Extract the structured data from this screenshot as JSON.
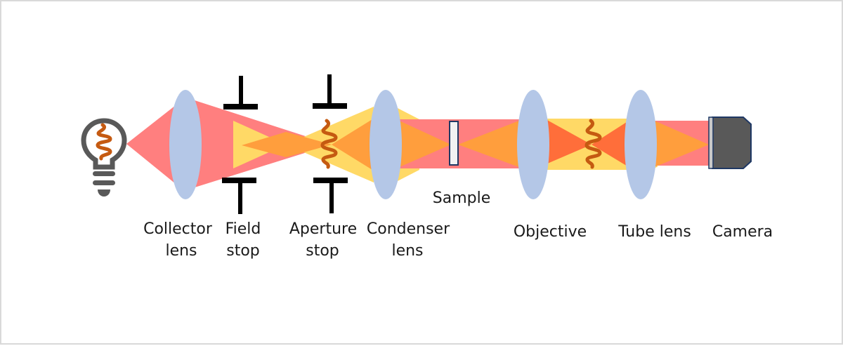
{
  "title": "Bright-field microscope optical path (Köhler illumination)",
  "colors": {
    "illumination_beam": "#FF7F7F",
    "image_beam": "#FFD966",
    "overlap": "#FF9E3D",
    "conjugate_overlap": "#FF6E3A",
    "lens": "#B4C7E7",
    "stop": "#000000",
    "filament": "#C55A11",
    "bulb": "#595959",
    "camera_body": "#595959",
    "camera_window": "#C9C9C9",
    "outline": "#1F3864"
  },
  "components": [
    {
      "id": "light-source",
      "icon": "lightbulb-icon",
      "label": []
    },
    {
      "id": "collector-lens",
      "icon": "lens-icon",
      "label": [
        "Collector",
        "lens"
      ]
    },
    {
      "id": "field-stop",
      "icon": "stop-icon",
      "label": [
        "Field",
        "stop"
      ]
    },
    {
      "id": "aperture-stop",
      "icon": "stop-icon",
      "label": [
        "Aperture",
        "stop"
      ]
    },
    {
      "id": "condenser-lens",
      "icon": "lens-icon",
      "label": [
        "Condenser",
        "lens"
      ]
    },
    {
      "id": "sample",
      "icon": "slide-icon",
      "label": [
        "Sample"
      ]
    },
    {
      "id": "objective",
      "icon": "lens-icon",
      "label": [
        "Objective"
      ]
    },
    {
      "id": "tube-lens",
      "icon": "lens-icon",
      "label": [
        "Tube lens"
      ]
    },
    {
      "id": "camera",
      "icon": "camera-icon",
      "label": [
        "Camera"
      ]
    }
  ],
  "filament_images": [
    "at-light-source",
    "at-aperture-stop",
    "between-objective-and-tube-lens"
  ]
}
